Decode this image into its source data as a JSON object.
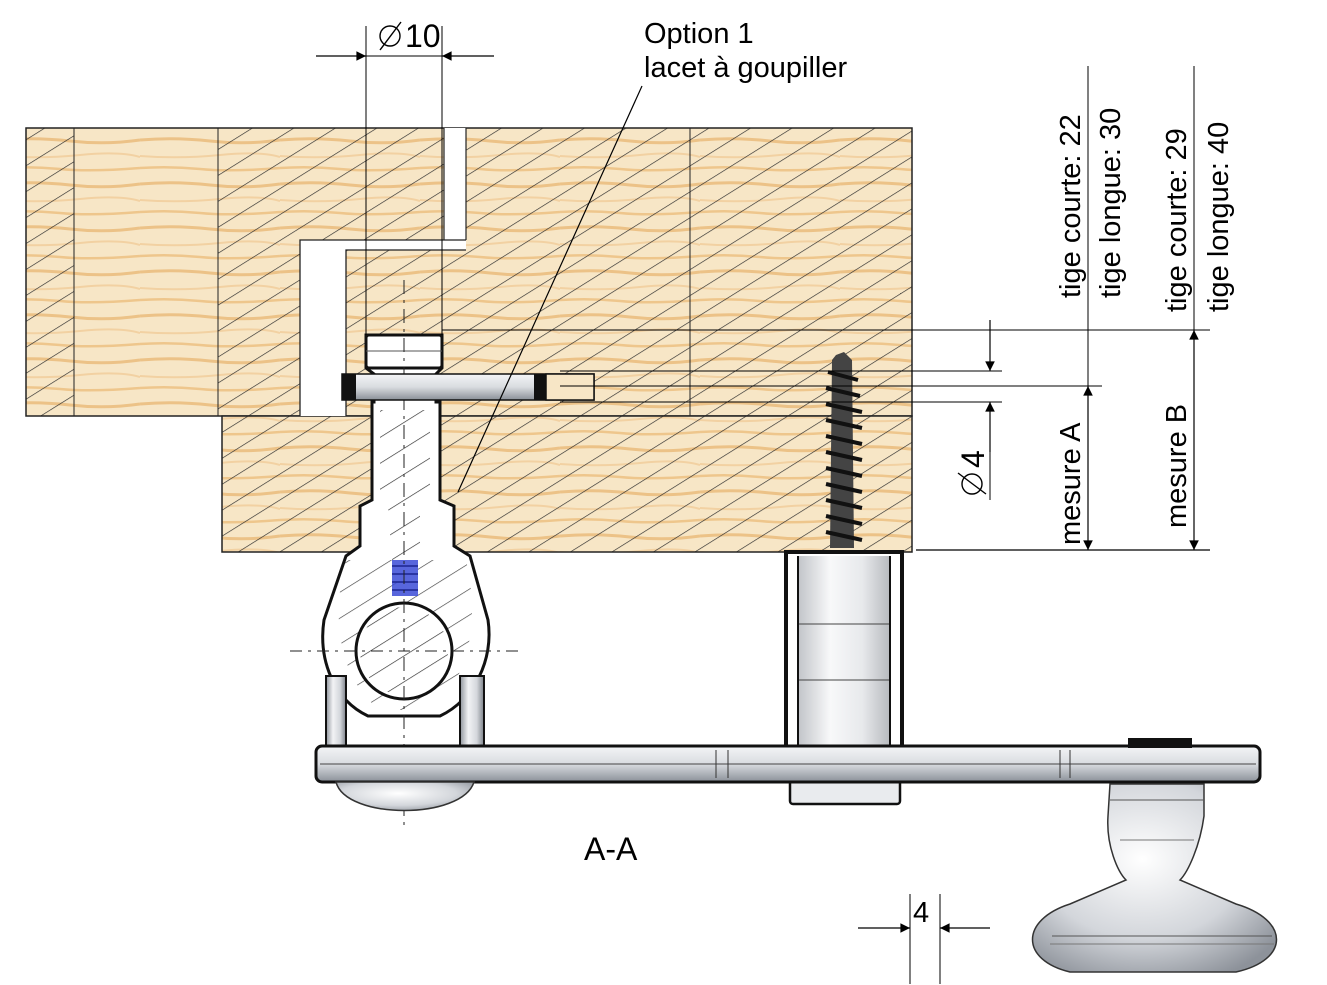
{
  "drawing": {
    "annotation": {
      "line1": "Option 1",
      "line2": "lacet à goupiller"
    },
    "section_label": "A-A",
    "dimensions": {
      "diameter_top": "10",
      "diameter_pin": "4",
      "gap_bottom": "4",
      "mesure_a": "mesure A",
      "mesure_b": "mesure B",
      "tige_a_short": "tige courte: 22",
      "tige_a_long": "tige longue: 30",
      "tige_b_short": "tige courte: 29",
      "tige_b_long": "tige longue: 40"
    },
    "colors": {
      "wood": "#f6e2bf",
      "grain": "#e9b56f",
      "hatch": "#2a2a2a",
      "metal": "#e4e6ea",
      "metal_dark": "#9aa0a8",
      "thread_blue": "#3b4bd6"
    }
  }
}
